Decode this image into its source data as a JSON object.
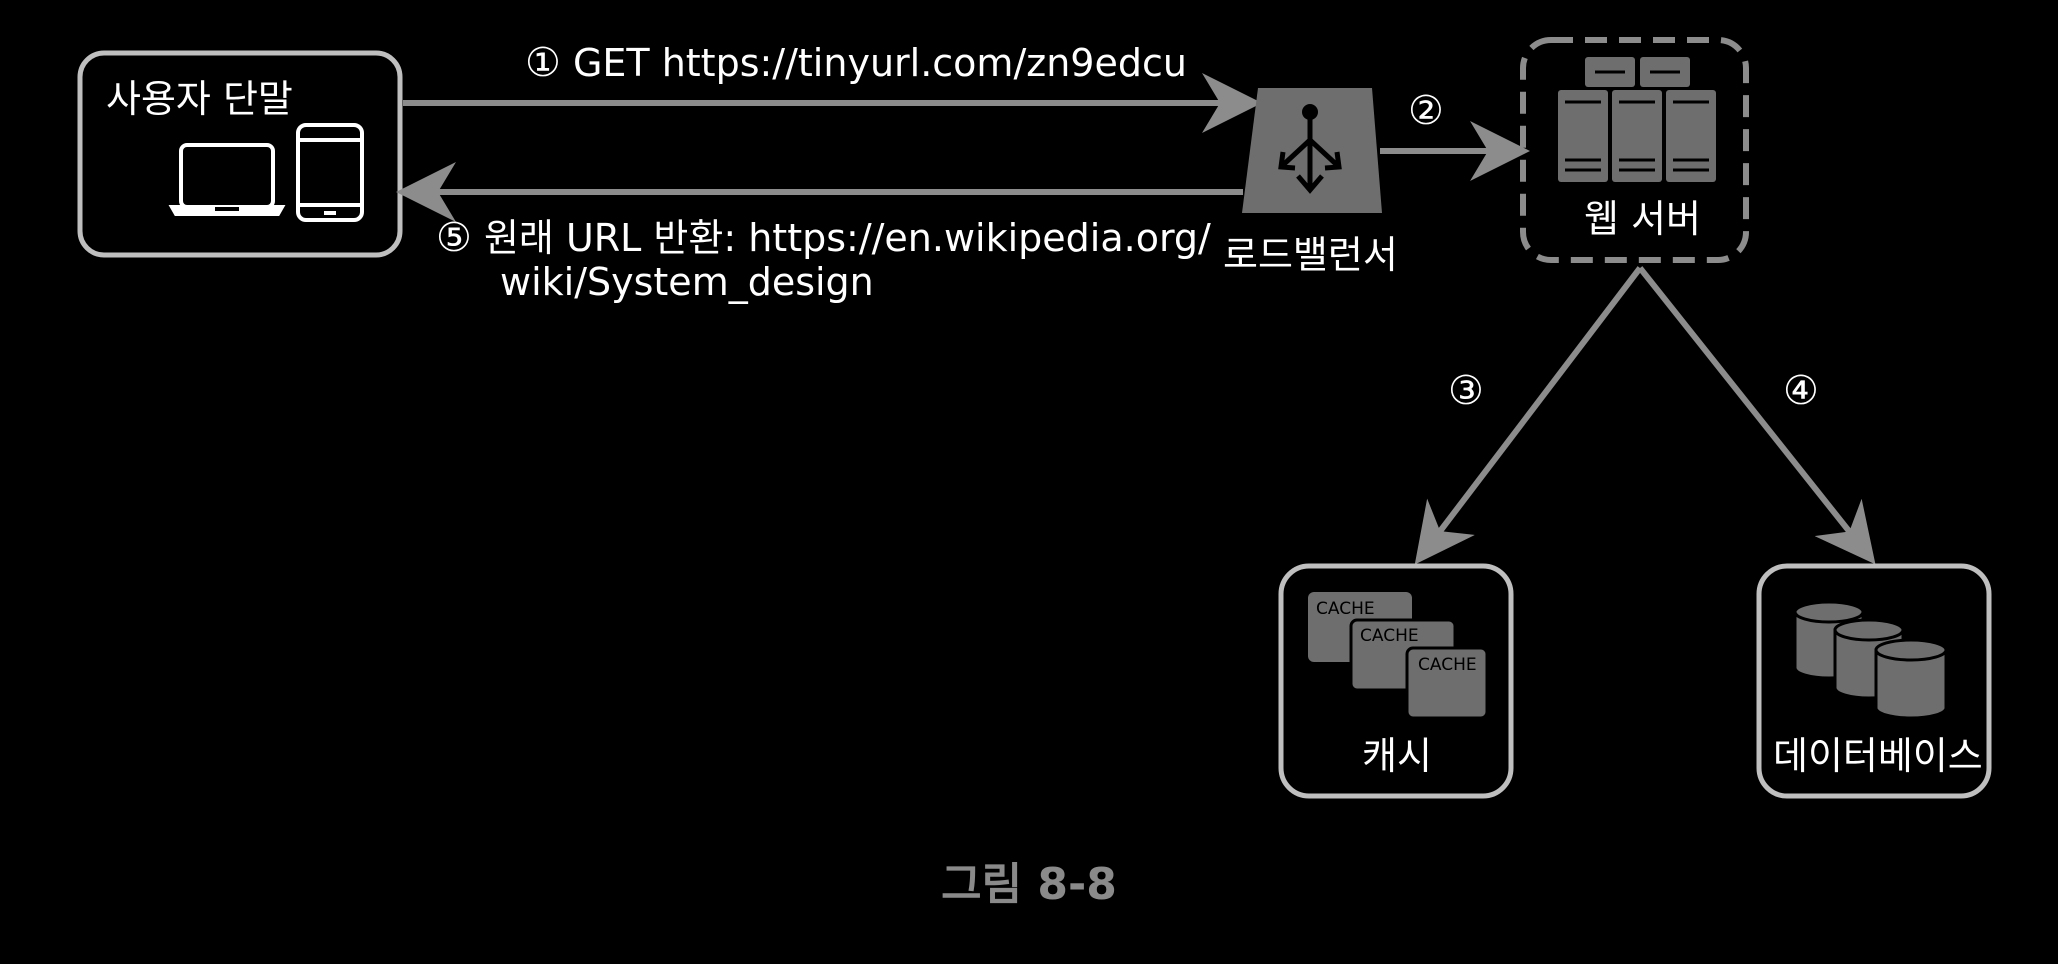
{
  "colors": {
    "background": "#000000",
    "stroke": "#bfbfbf",
    "line": "#8c8c8c",
    "icon_fill": "#6e6e6e",
    "text": "#ffffff",
    "caption": "#8a8a8a"
  },
  "client": {
    "label": "사용자 단말",
    "icons": [
      "laptop-icon",
      "tablet-icon"
    ]
  },
  "load_balancer": {
    "label": "로드밸런서",
    "icon": "load-balancer-icon"
  },
  "web_server": {
    "label": "웹 서버",
    "icon": "server-rack-icon"
  },
  "cache": {
    "label": "캐시",
    "icon_text": "CACHE"
  },
  "database": {
    "label": "데이터베이스",
    "icon": "database-icon"
  },
  "steps": {
    "s1": {
      "num": "①",
      "text": "GET https://tinyurl.com/zn9edcu"
    },
    "s2": {
      "num": "②"
    },
    "s3": {
      "num": "③"
    },
    "s4": {
      "num": "④"
    },
    "s5": {
      "num": "⑤",
      "line1": "원래 URL 반환: https://en.wikipedia.org/",
      "line2": "wiki/System_design"
    }
  },
  "caption": "그림 8-8"
}
